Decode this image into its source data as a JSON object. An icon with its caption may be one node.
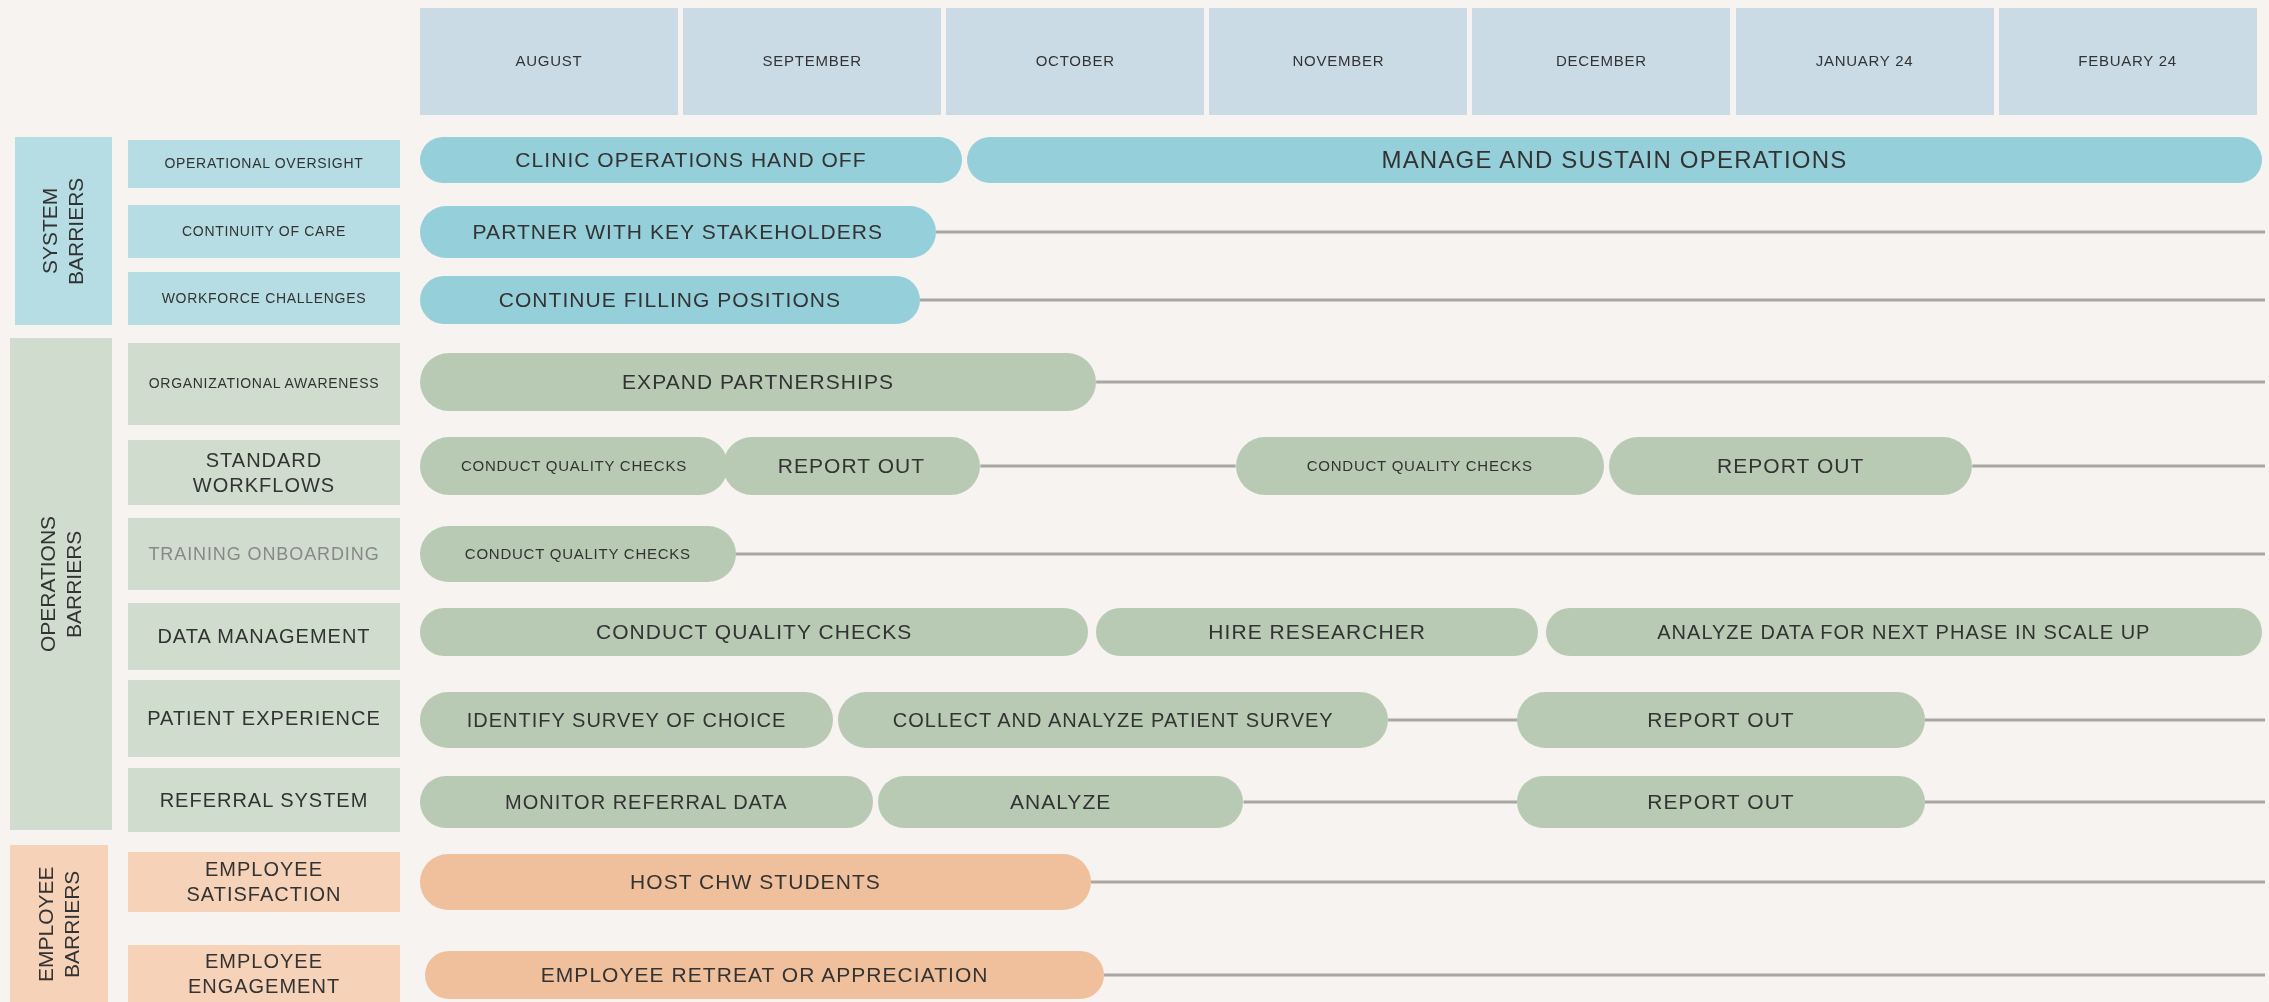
{
  "diagram": {
    "nodes": [
      {
        "text": [
          "AUGUST"
        ]
      },
      {
        "text": [
          "SEPTEMBER"
        ]
      },
      {
        "text": [
          "OCTOBER"
        ]
      },
      {
        "text": [
          "NOVEMBER"
        ]
      },
      {
        "text": [
          "DECEMBER"
        ]
      },
      {
        "text": [
          "JANUARY 24"
        ]
      },
      {
        "text": [
          "FEBUARY 24"
        ]
      },
      {
        "text": [
          "SYSTEM BARRIERS"
        ]
      },
      {
        "text": [
          "OPERATIONS BARRIERS"
        ]
      },
      {
        "text": [
          "EMPLOYEE BARRIERS"
        ]
      },
      {
        "text": [
          "OPERATIONAL OVERSIGHT"
        ]
      },
      {
        "text": [
          "CONTINUITY OF CARE"
        ]
      },
      {
        "text": [
          "WORKFORCE CHALLENGES"
        ]
      },
      {
        "text": [
          "ORGANIZATIONAL AWARENESS"
        ]
      },
      {
        "text": [
          "STANDARD WORKFLOWS"
        ]
      },
      {
        "text": [
          "TRAINING ONBOARDING"
        ]
      },
      {
        "text": [
          "DATA MANAGEMENT"
        ]
      },
      {
        "text": [
          "PATIENT EXPERIENCE"
        ]
      },
      {
        "text": [
          "REFERRAL SYSTEM"
        ]
      },
      {
        "text": [
          "EMPLOYEE SATISFACTION"
        ]
      },
      {
        "text": [
          "EMPLOYEE ENGAGEMENT"
        ]
      },
      {
        "text": [
          "CLINIC OPERATIONS HAND OFF"
        ]
      },
      {
        "text": [
          "MANAGE AND SUSTAIN OPERATIONS"
        ]
      },
      {
        "text": [
          "PARTNER WITH KEY STAKEHOLDERS"
        ]
      },
      {
        "text": [
          "CONTINUE FILLING POSITIONS"
        ]
      },
      {
        "text": [
          "EXPAND PARTNERSHIPS"
        ]
      },
      {
        "text": [
          "CONDUCT QUALITY CHECKS"
        ]
      },
      {
        "text": [
          "REPORT OUT"
        ]
      },
      {
        "text": [
          "CONDUCT QUALITY CHECKS"
        ]
      },
      {
        "text": [
          "REPORT OUT"
        ]
      },
      {
        "text": [
          "CONDUCT QUALITY CHECKS"
        ]
      },
      {
        "text": [
          "CONDUCT QUALITY CHECKS"
        ]
      },
      {
        "text": [
          "HIRE RESEARCHER"
        ]
      },
      {
        "text": [
          "ANALYZE DATA FOR NEXT PHASE IN SCALE UP"
        ]
      },
      {
        "text": [
          "IDENTIFY SURVEY OF CHOICE"
        ]
      },
      {
        "text": [
          "COLLECT AND ANALYZE PATIENT SURVEY"
        ]
      },
      {
        "text": [
          "REPORT OUT"
        ]
      },
      {
        "text": [
          "MONITOR REFERRAL DATA"
        ]
      },
      {
        "text": [
          "ANALYZE"
        ]
      },
      {
        "text": [
          "REPORT OUT"
        ]
      },
      {
        "text": [
          "HOST CHW STUDENTS"
        ]
      },
      {
        "text": [
          "EMPLOYEE RETREAT OR APPRECIATION"
        ]
      }
    ],
    "edges": [
      {
        "from": 23,
        "to": null,
        "arrow": "none"
      },
      {
        "from": 24,
        "to": null,
        "arrow": "none"
      },
      {
        "from": 25,
        "to": null,
        "arrow": "none"
      },
      {
        "from": 27,
        "to": 28,
        "arrow": "none"
      },
      {
        "from": 29,
        "to": null,
        "arrow": "none"
      },
      {
        "from": 30,
        "to": null,
        "arrow": "none"
      },
      {
        "from": 35,
        "to": 36,
        "arrow": "none"
      },
      {
        "from": 36,
        "to": null,
        "arrow": "none"
      },
      {
        "from": 38,
        "to": 39,
        "arrow": "none"
      },
      {
        "from": 39,
        "to": null,
        "arrow": "none"
      },
      {
        "from": 40,
        "to": null,
        "arrow": "none"
      },
      {
        "from": 41,
        "to": null,
        "arrow": "none"
      }
    ]
  }
}
